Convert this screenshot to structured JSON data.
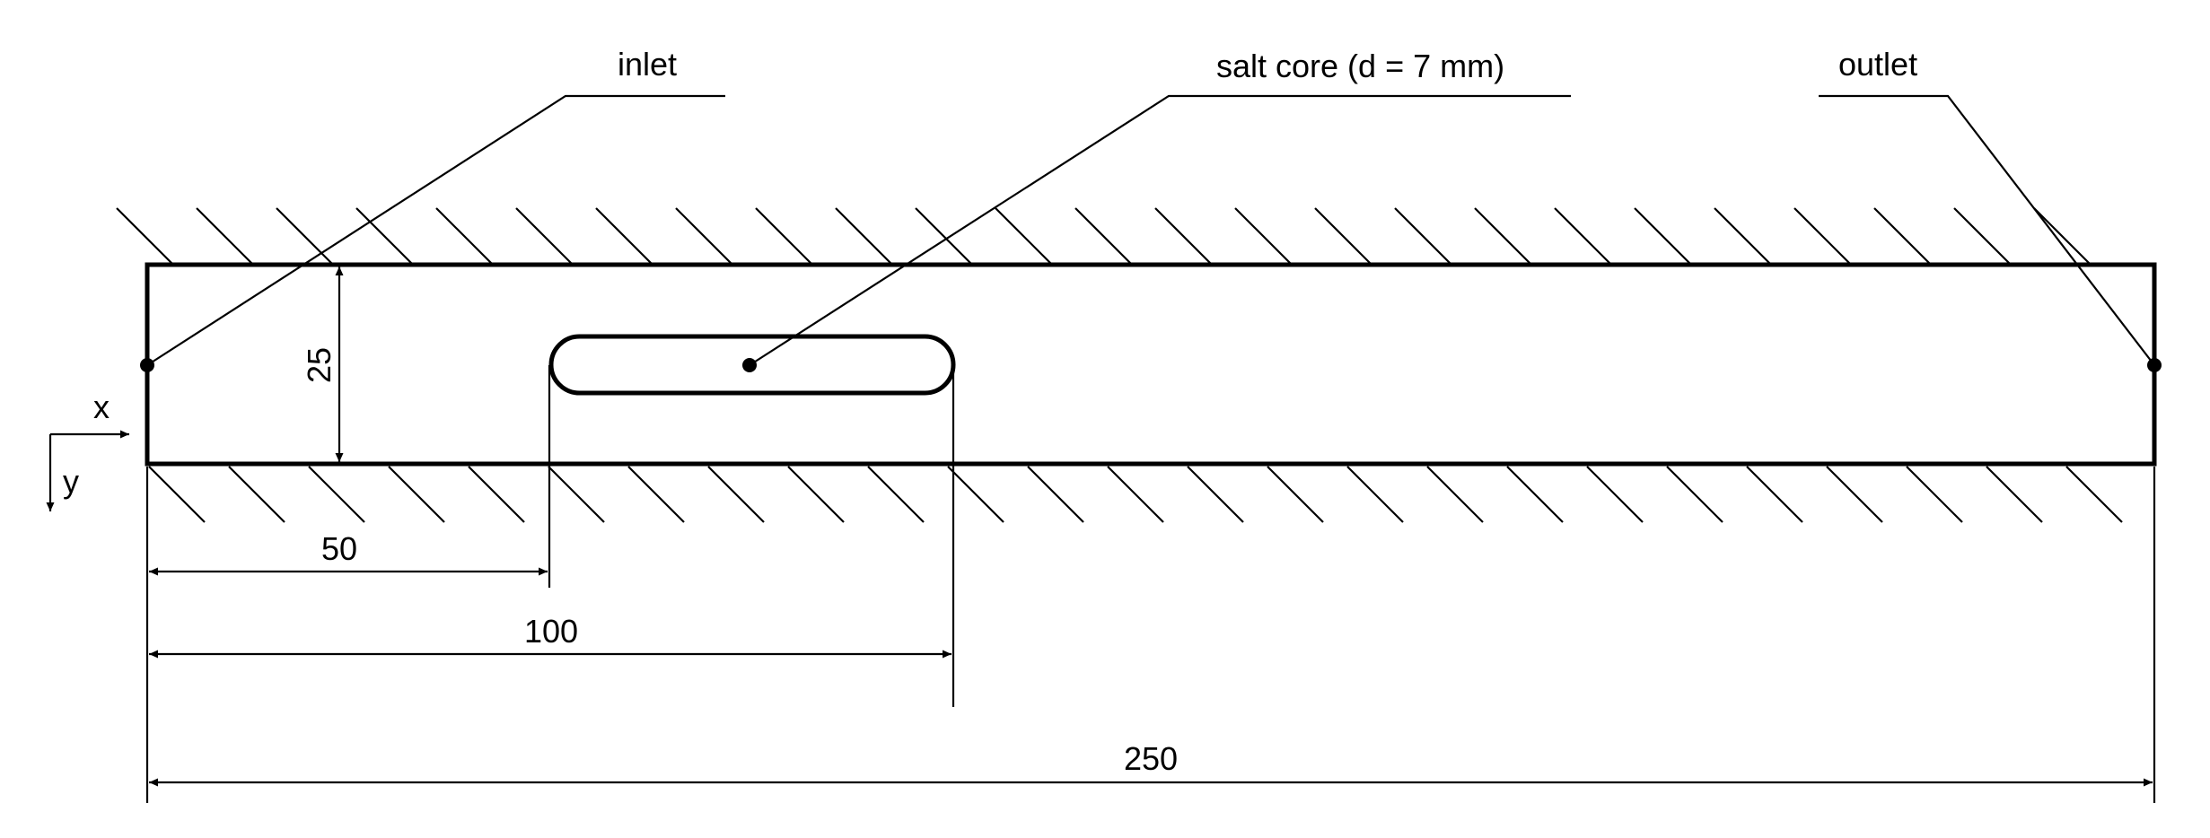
{
  "labels": {
    "inlet": "inlet",
    "outlet": "outlet",
    "salt_core": "salt core (d = 7 mm)",
    "axis_x": "x",
    "axis_y": "y"
  },
  "dimensions": {
    "height": "25",
    "dim_50": "50",
    "dim_100": "100",
    "dim_250": "250"
  },
  "colors": {
    "stroke": "#000000",
    "background": "#ffffff"
  }
}
